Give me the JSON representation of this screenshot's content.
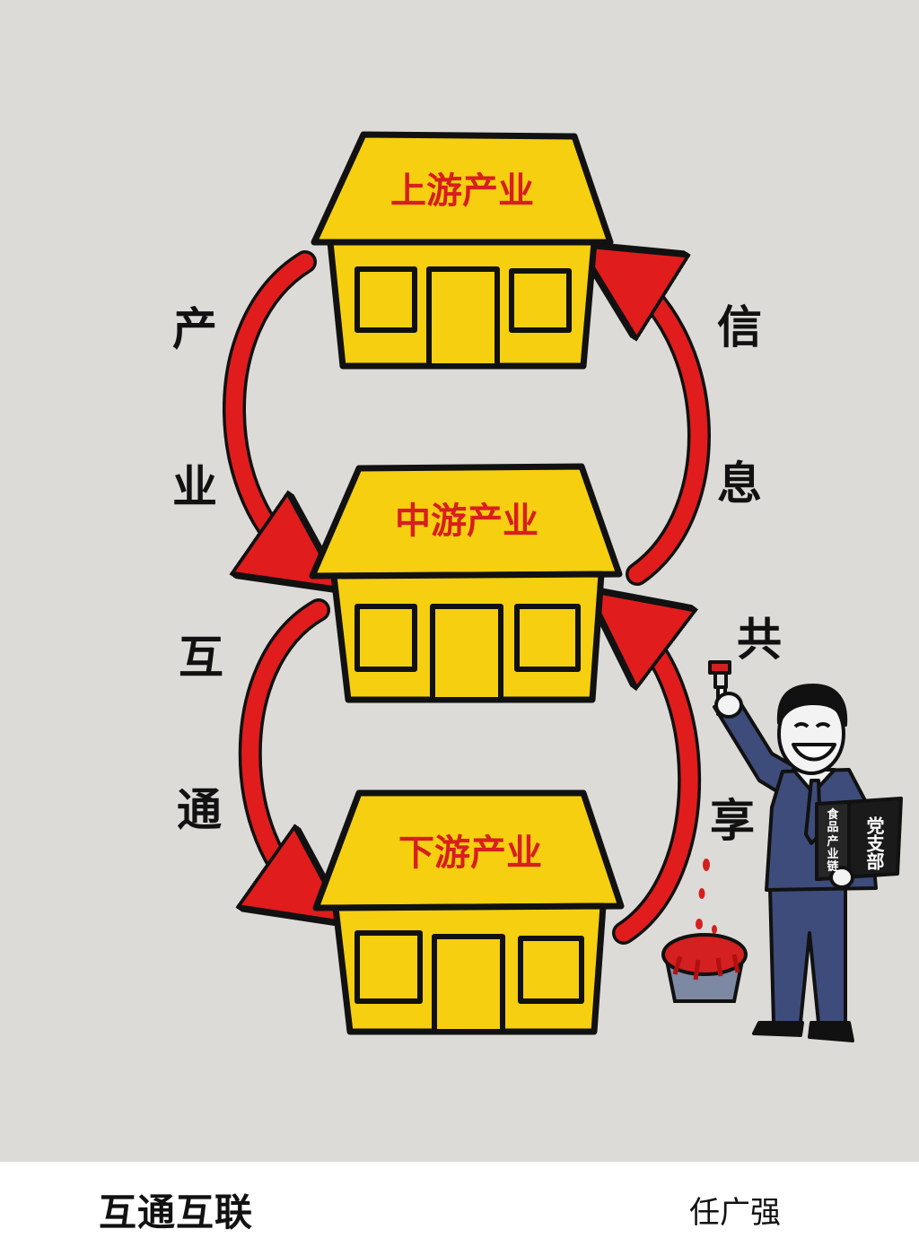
{
  "colors": {
    "background": "#dcdbd8",
    "house_fill": "#f5cf10",
    "arrow": "#e11c1c",
    "house_label": "#d81e1e",
    "outline": "#111111",
    "suit": "#3d4c7a"
  },
  "houses": [
    {
      "label": "上游产业"
    },
    {
      "label": "中游产业"
    },
    {
      "label": "下游产业"
    }
  ],
  "left_phrase": [
    "产",
    "业",
    "互",
    "通"
  ],
  "right_phrase": [
    "信",
    "息",
    "共",
    "享"
  ],
  "figure": {
    "book_cover": "党支部",
    "book_spine": [
      "食",
      "品",
      "产",
      "业",
      "链"
    ]
  },
  "caption": {
    "title": "互通互联",
    "author": "任广强"
  }
}
